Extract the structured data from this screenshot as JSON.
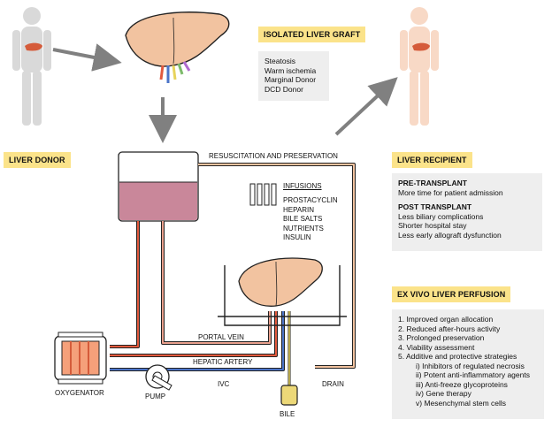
{
  "labels": {
    "isolated_graft": "ISOLATED LIVER GRAFT",
    "liver_donor": "LIVER DONOR",
    "liver_recipient": "LIVER RECIPIENT",
    "ex_vivo": "EX VIVO LIVER PERFUSION",
    "resuscitation": "RESUSCITATION AND PRESERVATION",
    "infusions": "INFUSIONS",
    "portal_vein": "PORTAL VEIN",
    "hepatic_artery": "HEPATIC ARTERY",
    "ivc": "IVC",
    "drain": "DRAIN",
    "oxygenator": "OXYGENATOR",
    "pump": "PUMP",
    "bile": "BILE"
  },
  "graft_conditions": [
    "Steatosis",
    "Warm ischemia",
    "Marginal Donor",
    "DCD Donor"
  ],
  "infusion_items": [
    "PROSTACYCLIN",
    "HEPARIN",
    "BILE SALTS",
    "NUTRIENTS",
    "INSULIN"
  ],
  "recipient_box": {
    "pre_title": "PRE-TRANSPLANT",
    "pre_items": [
      "More time for patient admission"
    ],
    "post_title": "POST TRANSPLANT",
    "post_items": [
      "Less biliary complications",
      "Shorter hospital stay",
      "Less early allograft dysfunction"
    ]
  },
  "exvivo_items": [
    "1.  Improved organ allocation",
    "2.  Reduced after-hours activity",
    "3.  Prolonged preservation",
    "4.  Viability assessment",
    "5.  Additive and protective strategies"
  ],
  "exvivo_subitems": [
    "i)  Inhibitors of regulated necrosis",
    "ii)  Potent anti-inflammatory agents",
    "iii)  Anti-freeze glycoproteins",
    "iv)  Gene therapy",
    "v)  Mesenchymal stem cells"
  ],
  "colors": {
    "tag_yellow": "#fbe38a",
    "box_gray": "#eeeeee",
    "liver_fill": "#f2c3a0",
    "donor_body": "#d9d9d9",
    "recipient_body": "#f8d9c6",
    "arterial_red": "#e25a3e",
    "venous_blue": "#4b74c8",
    "reservoir_fluid": "#c9879a",
    "arrow_gray": "#808080"
  }
}
